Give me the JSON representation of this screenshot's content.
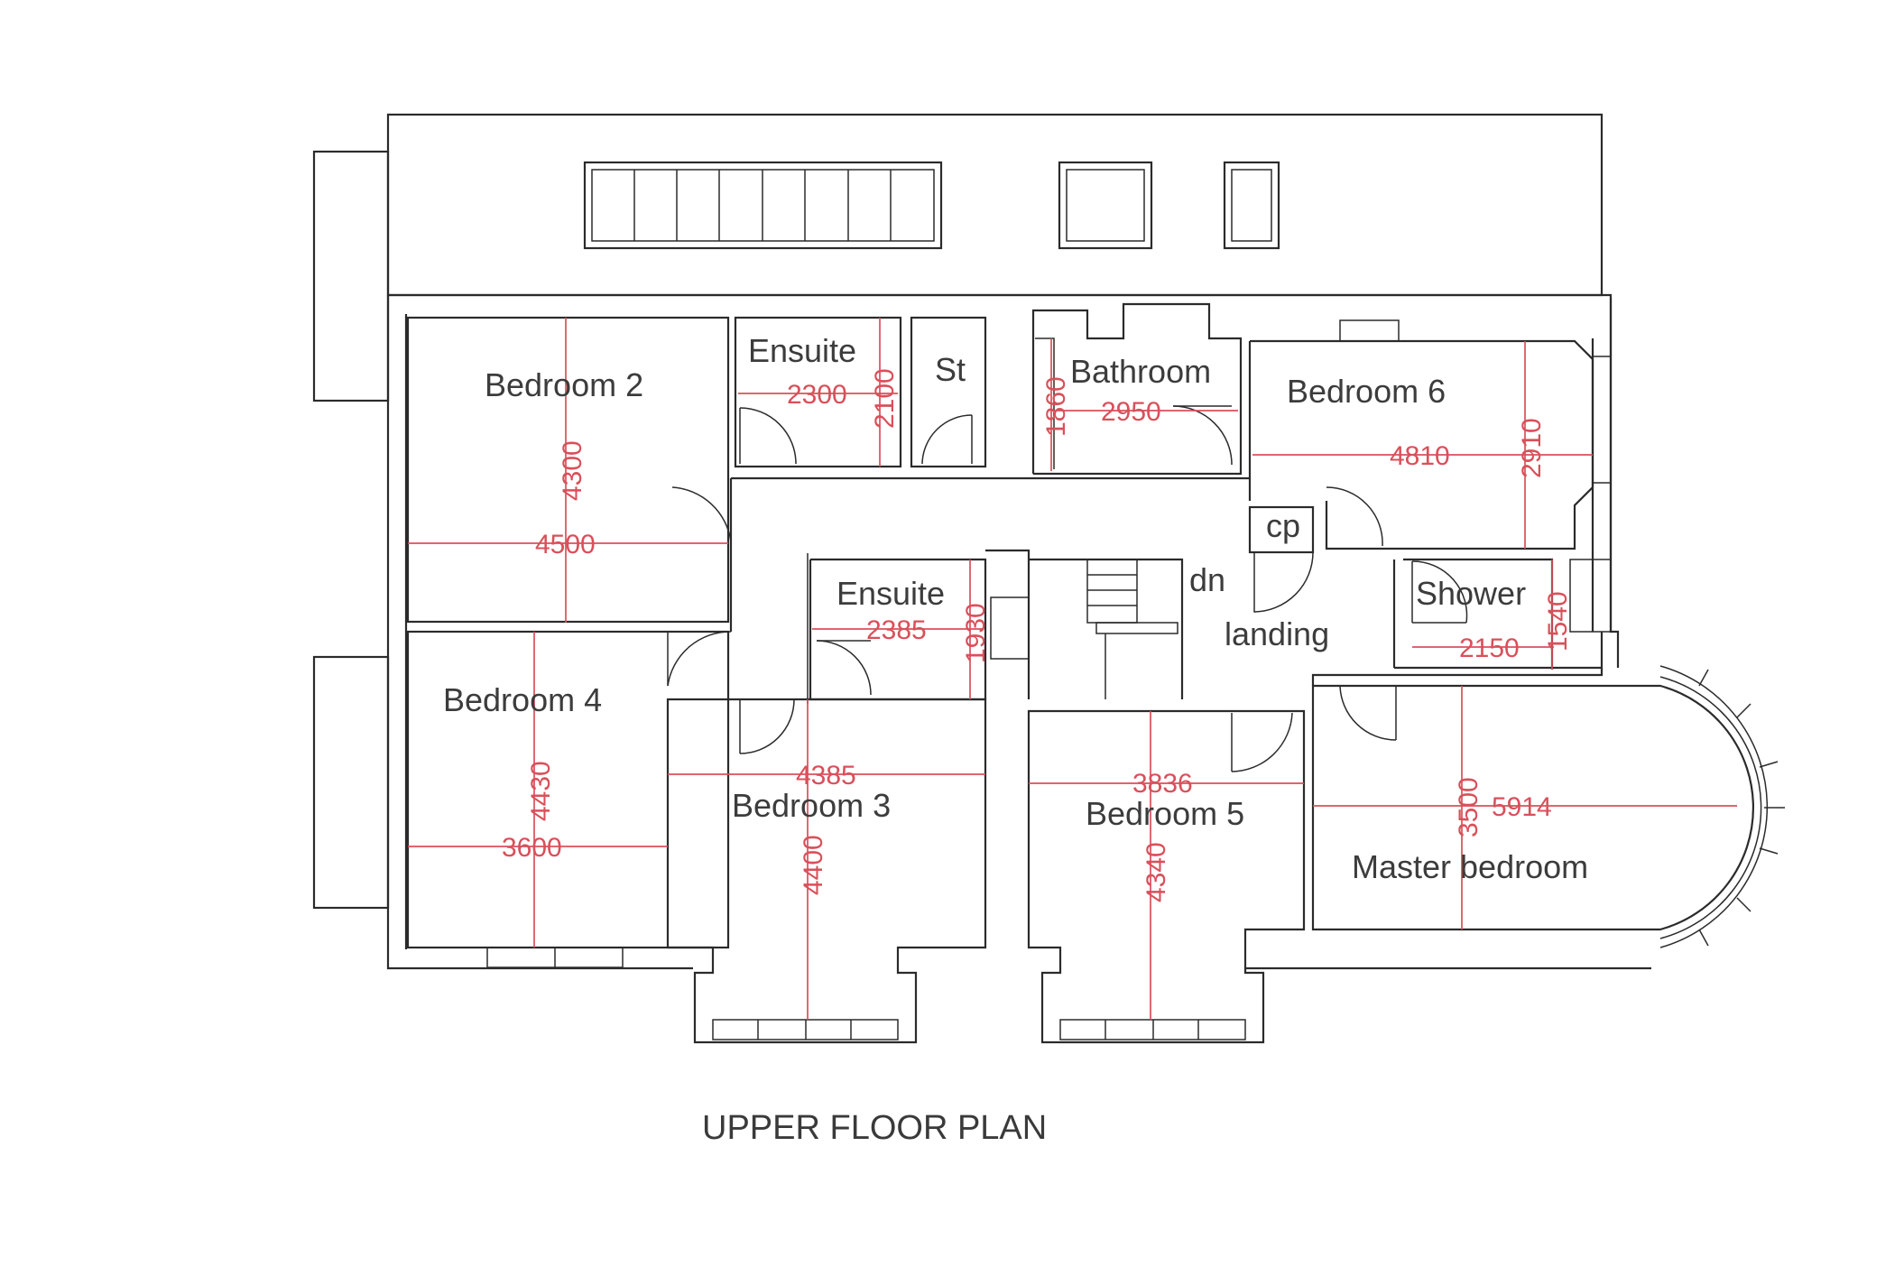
{
  "title": "UPPER FLOOR PLAN",
  "rooms": {
    "bedroom2": "Bedroom 2",
    "ensuite1": "Ensuite",
    "store": "St",
    "bathroom": "Bathroom",
    "bedroom6": "Bedroom 6",
    "cupboard": "cp",
    "stairs_down": "dn",
    "landing": "landing",
    "ensuite2": "Ensuite",
    "shower": "Shower",
    "bedroom4": "Bedroom 4",
    "bedroom3": "Bedroom 3",
    "bedroom5": "Bedroom 5",
    "master": "Master bedroom"
  },
  "dimensions": {
    "bedroom2_length": "4300",
    "bedroom2_width": "4500",
    "ensuite1_width": "2300",
    "ensuite1_length": "2100",
    "bathroom_length": "1860",
    "bathroom_width": "2950",
    "bedroom6_width": "4810",
    "bedroom6_length": "2910",
    "ensuite2_width": "2385",
    "ensuite2_length": "1930",
    "shower_width": "2150",
    "shower_length": "1540",
    "bedroom4_length": "4430",
    "bedroom4_width": "3600",
    "bedroom3_width": "4385",
    "bedroom3_length": "4400",
    "bedroom5_width": "3836",
    "bedroom5_length": "4340",
    "master_length": "3500",
    "master_width": "5914"
  },
  "colors": {
    "lines": "#2b2b2b",
    "dimensions": "#d9505a",
    "text": "#3c3c3c"
  }
}
